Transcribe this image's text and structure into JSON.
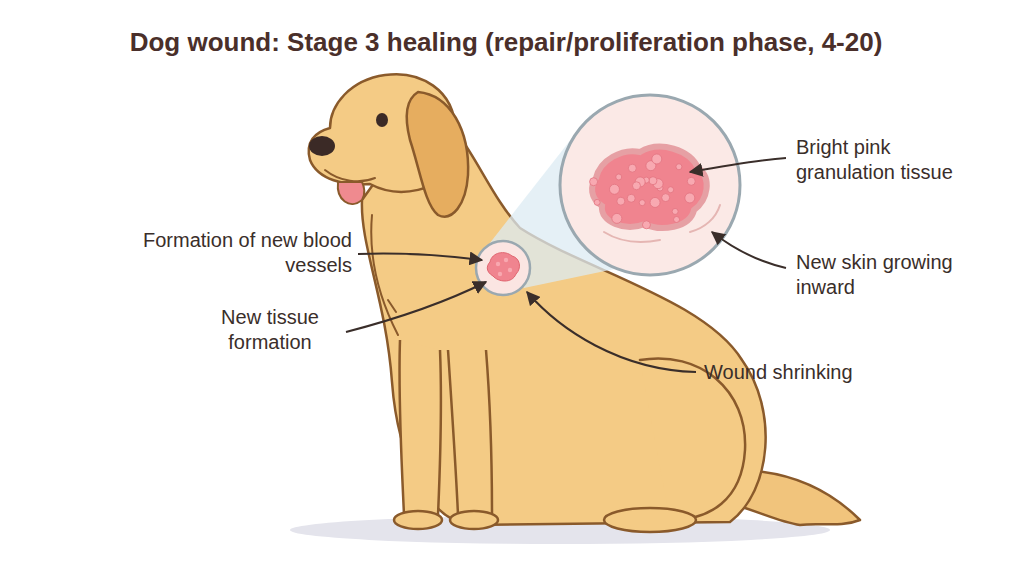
{
  "diagram": {
    "title": "Dog wound: Stage 3 healing (repair/proliferation phase, 4-20)",
    "labels": [
      "Bright pink granulation tissue",
      "New skin growing inward",
      "Formation of new blood vessels",
      "New tissue formation",
      "Wound shrinking"
    ]
  }
}
